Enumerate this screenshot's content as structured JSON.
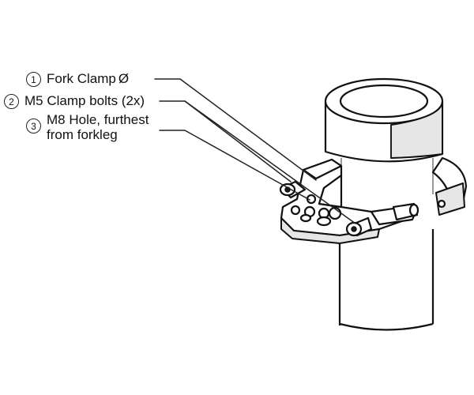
{
  "callouts": [
    {
      "number": "1",
      "label": "Fork Clamp",
      "symbol": "Ø"
    },
    {
      "number": "2",
      "label": "M5 Clamp bolts (2x)"
    },
    {
      "number": "3",
      "label": "M8 Hole, furthest\nfrom forkleg"
    }
  ],
  "colors": {
    "line": "#111111",
    "background": "#ffffff",
    "shade": "#e6e6e6"
  }
}
